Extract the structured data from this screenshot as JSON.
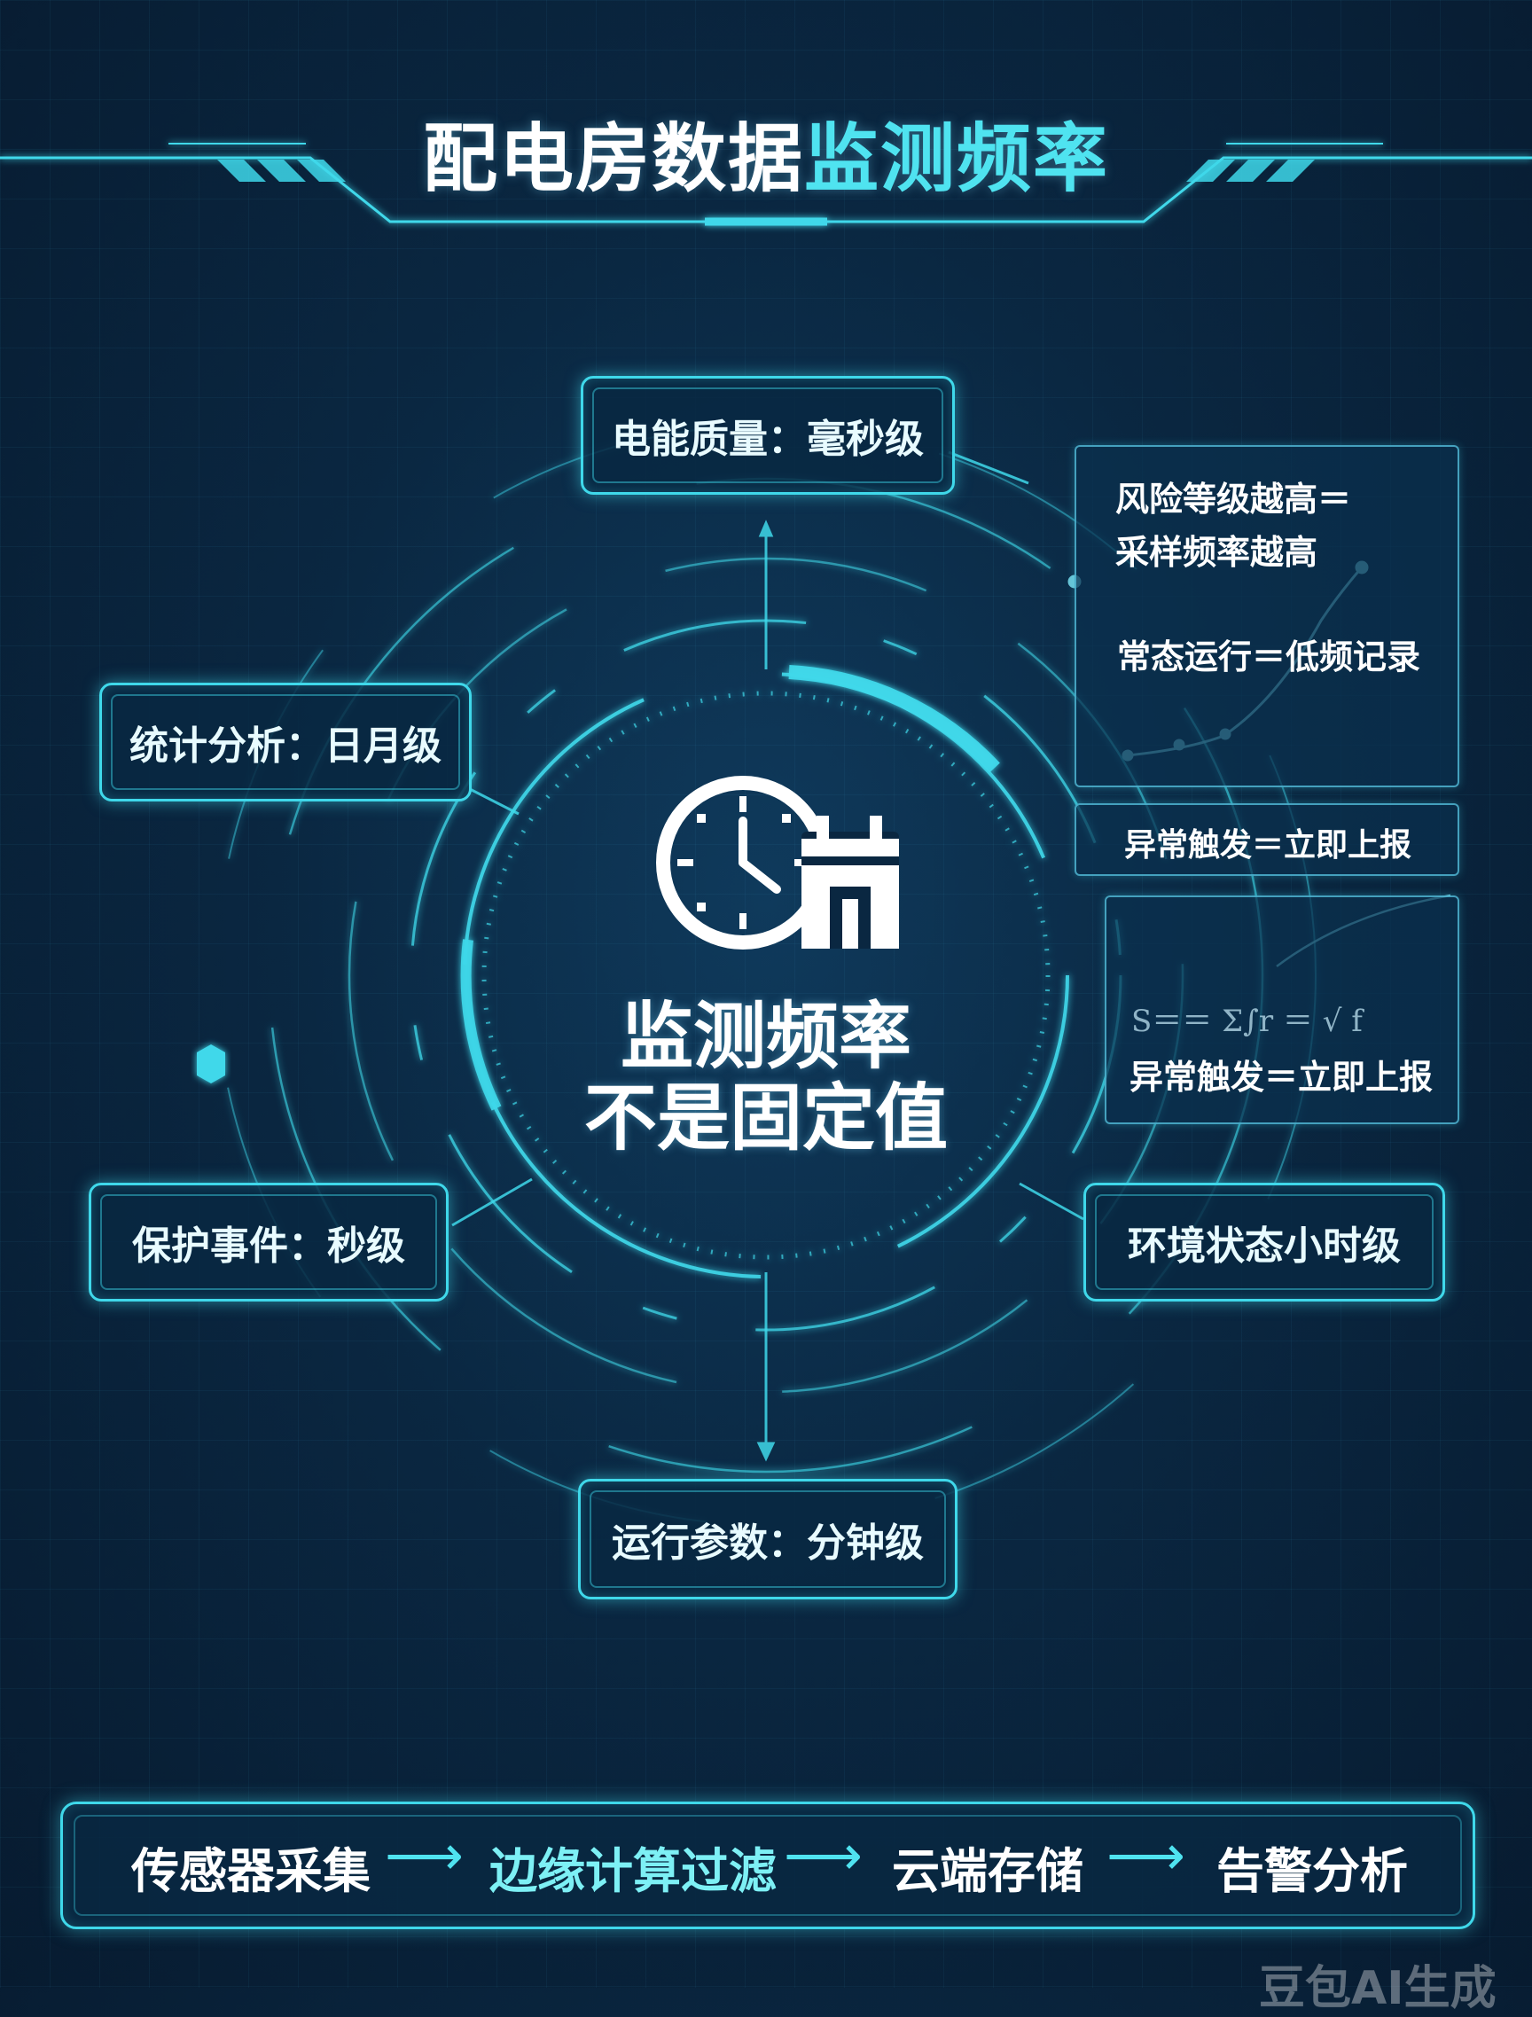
{
  "title": {
    "part1": "配电房数据",
    "part2": "监测频率"
  },
  "center": {
    "line1": "监测频率",
    "line2": "不是固定值",
    "icon": "clock-calendar-icon"
  },
  "nodes": {
    "top": "电能质量：毫秒级",
    "left_upper": "统计分析：日月级",
    "left_lower": "保护事件：秒级",
    "right_lower": "环境状态小时级",
    "bottom": "运行参数：分钟级"
  },
  "side_panel": {
    "rule_risk_line1": "风险等级越高＝",
    "rule_risk_line2": "采样频率越高",
    "rule_normal": "常态运行＝低频记录",
    "rule_abnormal": "异常触发＝立即上报",
    "formula_panel": {
      "formula": "S＝＝ Σ∫r ＝ √ f",
      "text": "异常触发＝立即上报"
    }
  },
  "pipeline": {
    "steps": [
      "传感器采集",
      "边缘计算过滤",
      "云端存储",
      "告警分析"
    ]
  },
  "watermark": "豆包AI生成",
  "colors": {
    "accent": "#3fd8ea",
    "background": "#0a2741",
    "title_highlight": "#4fe3f0"
  }
}
